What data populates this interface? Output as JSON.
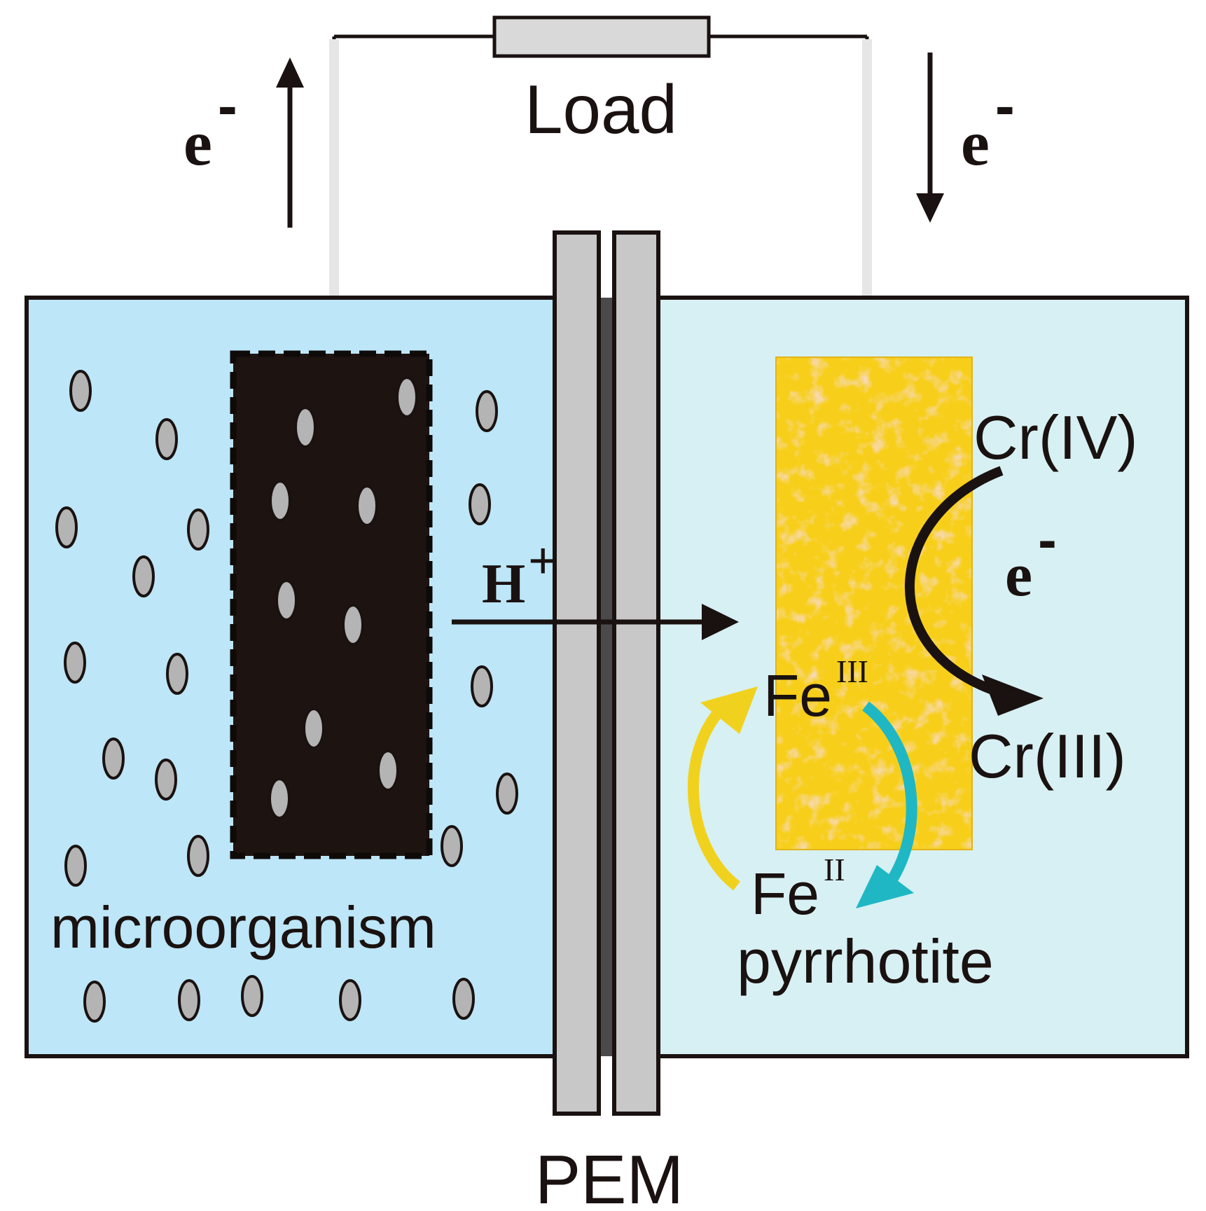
{
  "labels": {
    "load": "Load",
    "electron_left": "e",
    "electron_right": "e",
    "electron_cathode": "e",
    "minus": "-",
    "proton": "H",
    "plus": "+",
    "cr_start": "Cr(IV)",
    "cr_end": "Cr(III)",
    "fe3_element": "Fe",
    "fe3_charge": "III",
    "fe2_element": "Fe",
    "fe2_charge": "II",
    "cathode_material": "pyrrhotite",
    "anode_organism": "microorganism",
    "membrane": "PEM"
  },
  "colors": {
    "anode_liquid": "#bde6f8",
    "cathode_liquid": "#d7f0f3",
    "membrane_fill": "#c8c8c8",
    "anode_electrode": "#1d1411",
    "cathode_electrode": "#f7cf1a",
    "cathode_speckle": "#eeb37c",
    "fe_reduction_arrow": "#1fb7c4",
    "fe_oxidation_arrow": "#f0d21e",
    "cell_particle": "#b4b4b4",
    "load_fill": "#d9d9d9",
    "wire": "#e6e6e6",
    "ink": "#1a1210"
  }
}
